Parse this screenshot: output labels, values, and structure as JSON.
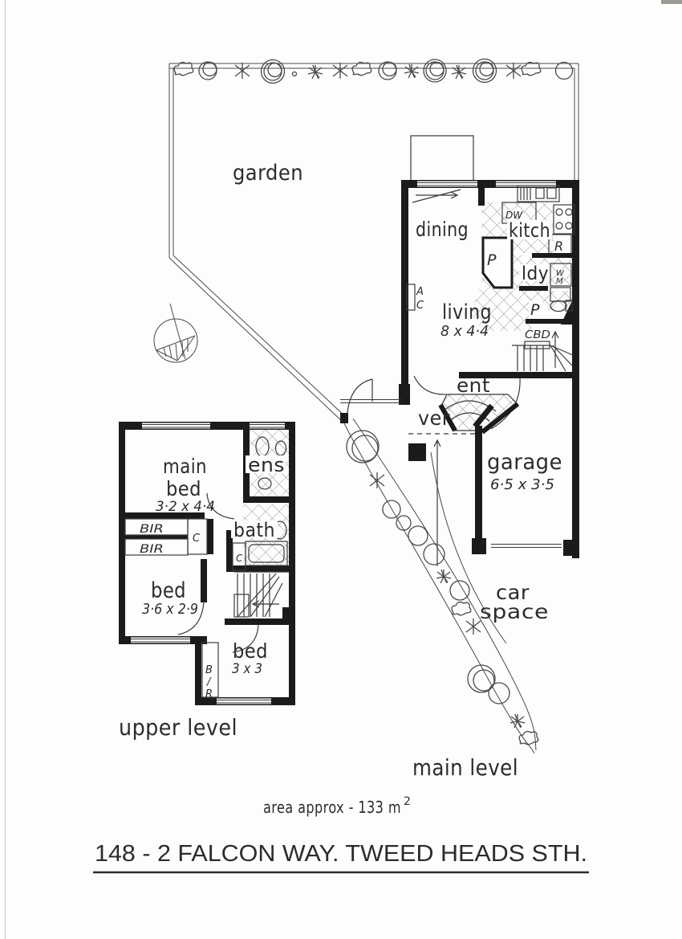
{
  "document": {
    "address_title": "148 - 2  FALCON WAY. TWEED HEADS STH.",
    "area_label": "area approx - 133 m",
    "area_sup": "2"
  },
  "main_level": {
    "caption": "main level",
    "garden": "garden",
    "dining": "dining",
    "kitchen": "kitch",
    "laundry": "ldy",
    "living": "living",
    "living_dim": "8 x 4·4",
    "entry": "ent",
    "verandah": "ver",
    "garage": "garage",
    "garage_dim": "6·5 x 3·5",
    "car_line1": "car",
    "car_line2": "space",
    "ac_line1": "A",
    "ac_line2": "C",
    "dishwasher": "DW",
    "pantry": "P",
    "fridge": "R",
    "washer_line1": "W",
    "washer_line2": "M",
    "powder": "P",
    "cupboard": "CBD"
  },
  "upper_level": {
    "caption": "upper level",
    "main_bed_line1": "main",
    "main_bed_line2": "bed",
    "main_bed_dim": "3·2 x 4·4",
    "ensuite": "ens",
    "bath": "bath",
    "robe1": "BIR",
    "robe2": "BIR",
    "closet1": "C",
    "closet2": "C",
    "bed2": "bed",
    "bed2_dim": "3·6 x 2·9",
    "bed3": "bed",
    "bed3_dim": "3 x 3",
    "robe_v1": "B",
    "robe_v2": "/",
    "robe_v3": "R"
  }
}
